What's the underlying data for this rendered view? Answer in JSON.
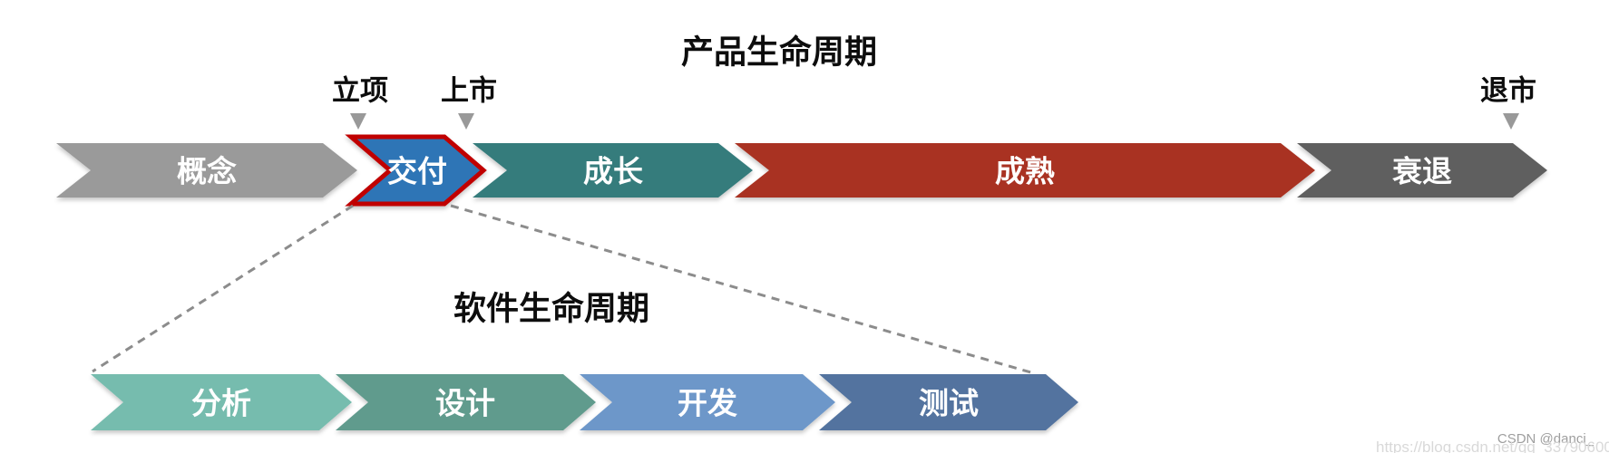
{
  "product_lifecycle": {
    "title": "产品生命周期",
    "stages": [
      {
        "label": "概念",
        "color": "#9A9A9A"
      },
      {
        "label": "交付",
        "color": "#2E75B6",
        "border_color": "#C00000"
      },
      {
        "label": "成长",
        "color": "#347C7C"
      },
      {
        "label": "成熟",
        "color": "#A93320"
      },
      {
        "label": "衰退",
        "color": "#5E5E5E"
      }
    ],
    "milestones": [
      {
        "label": "立项"
      },
      {
        "label": "上市"
      },
      {
        "label": "退市"
      }
    ],
    "marker_color": "#999999"
  },
  "software_lifecycle": {
    "title": "软件生命周期",
    "stages": [
      {
        "label": "分析",
        "color": "#76BCAE"
      },
      {
        "label": "设计",
        "color": "#619B8D"
      },
      {
        "label": "开发",
        "color": "#6D97C9"
      },
      {
        "label": "测试",
        "color": "#52739F"
      }
    ]
  },
  "connector_color": "#8C8C8C",
  "watermark": {
    "author": "CSDN @danci_",
    "url": "https://blog.csdn.net/qq_33790600"
  }
}
